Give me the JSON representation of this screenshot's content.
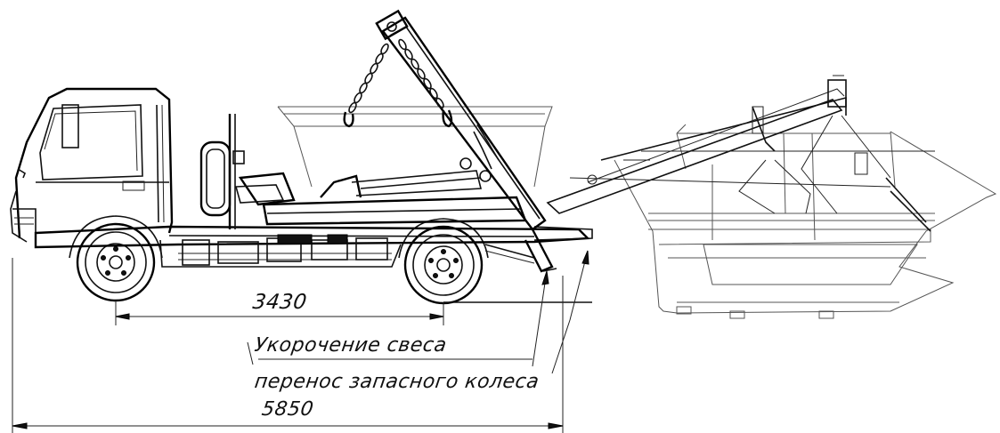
{
  "labels": {
    "wheelbase": "3430",
    "note_line_1": "Укорочение свеса",
    "note_line_2": "перенос запасного колеса",
    "overall_length": "5850"
  }
}
